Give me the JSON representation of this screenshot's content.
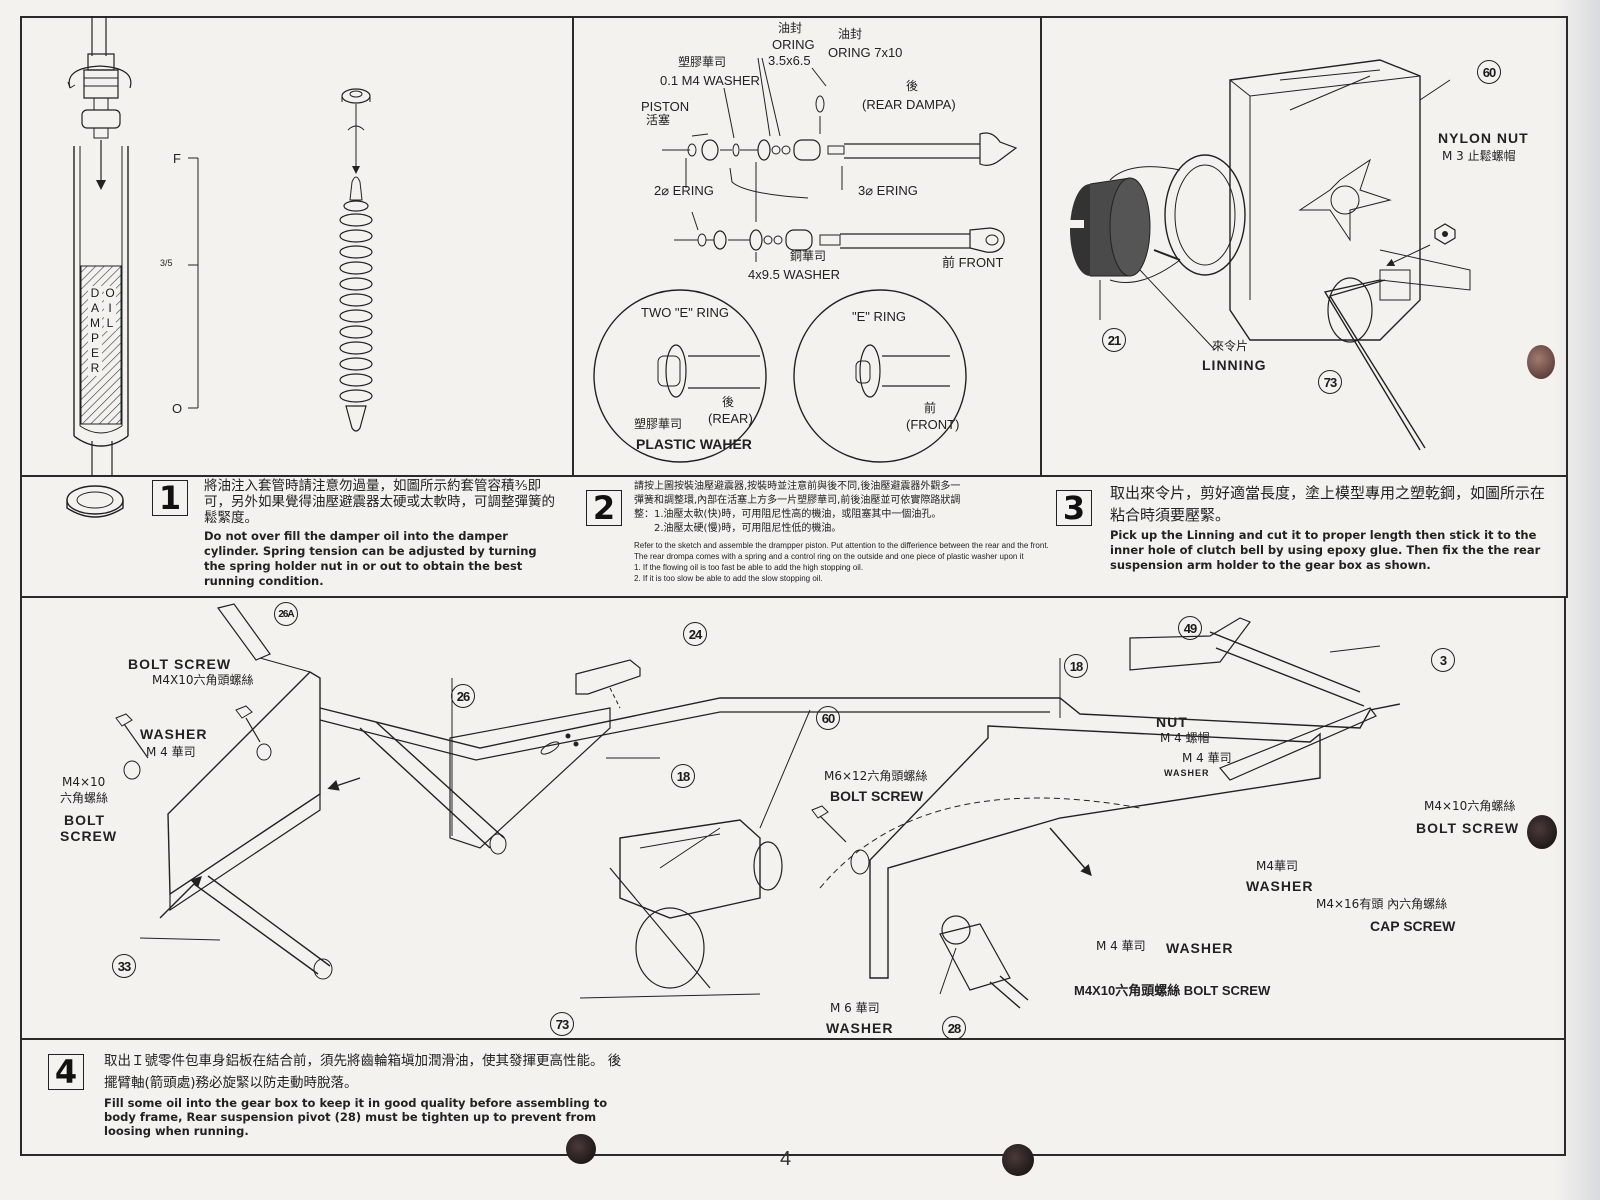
{
  "page_number": "4",
  "panel_a": {
    "scale_labels": {
      "full": "F",
      "fraction": "3/5",
      "zero": "O"
    },
    "damper_text": [
      "D",
      "A",
      "M",
      "P",
      "E",
      "R"
    ],
    "oil_text": [
      "O",
      "I",
      "L"
    ]
  },
  "panel_b": {
    "labels": {
      "oring_small_cn": "油封",
      "oring_small": "ORING",
      "oring_small_size": "3.5x6.5",
      "oring_large_cn": "油封",
      "oring_large": "ORING 7x10",
      "washer_cn": "塑膠華司",
      "washer": "0.1 M4 WASHER",
      "piston": "PISTON",
      "piston_cn": "活塞",
      "rear_cn": "後",
      "rear": "(REAR DAMPA)",
      "ering2": "2⌀ ERING",
      "ering3": "3⌀ ERING",
      "copper_washer_cn": "銅華司",
      "copper_washer": "4x9.5 WASHER",
      "front": "前 FRONT"
    },
    "detail_rear": {
      "title": "TWO \"E\" RING",
      "rear_cn": "後",
      "rear": "(REAR)",
      "washer_cn": "塑膠華司",
      "washer": "PLASTIC WAHER"
    },
    "detail_front": {
      "title": "\"E\" RING",
      "front_cn": "前",
      "front": "(FRONT)"
    }
  },
  "panel_c": {
    "part_60": "60",
    "part_21": "21",
    "part_73": "73",
    "nylon_nut": "NYLON NUT",
    "nylon_nut_cn": "M 3  止鬆螺帽",
    "linning_cn": "來令片",
    "linning": "LINNING"
  },
  "steps": [
    {
      "number": "1",
      "cn": "將油注入套管時請注意勿過量，如圖所示約套管容積⅗即可，另外如果覺得油壓避震器太硬或太軟時，可調整彈簧的鬆緊度。",
      "en": "Do not over fill the damper oil into the damper cylinder.  Spring tension can be adjusted by turning the spring holder nut in or out to obtain the best running condition."
    },
    {
      "number": "2",
      "cn_lines": [
        "請按上圖按裝油壓避震器,按裝時並注意前與後不同,後油壓避震器外觀多一",
        "彈簧和調整環,內部在活塞上方多一片塑膠華司,前後油壓並可依實際路狀調",
        "整：1.油壓太軟(快)時，可用阻尼性高的機油，或阻塞其中一個油孔。",
        "　　2.油壓太硬(慢)時，可用阻尼性低的機油。"
      ],
      "en_lines": [
        "Refer to the sketch and assemble the drampper piston. Put attention to the differience between the rear and the front.",
        "The rear drompa comes with a spring and a control ring on the outside and one piece of plastic washer upon it",
        "1. If the flowing oil is too fast be able to add the high stopping oil.",
        "2. If it is too slow be able to add the slow stopping oil."
      ]
    },
    {
      "number": "3",
      "cn": "取出來令片，剪好適當長度，塗上模型專用之塑乾鋼，如圖所示在粘合時須要壓緊。",
      "en": "Pick up the Linning and cut it to proper length then stick it to the inner hole of clutch bell by using epoxy glue. Then fix the the rear suspension  arm holder to the gear box as shown."
    },
    {
      "number": "4",
      "cn": "取出Ｉ號零件包車身鋁板在結合前，須先將齒輪箱塡加潤滑油，使其發揮更高性能。 後擺臂軸(箭頭處)務必旋緊以防走動時脫落。",
      "en": "Fill some oil into the gear box to keep it in good quality before assembling to body frame, Rear suspension pivot (28) must be tighten up to prevent from loosing when running."
    }
  ],
  "panel_d": {
    "callouts": [
      "26A",
      "24",
      "26",
      "18",
      "60",
      "18",
      "49",
      "3",
      "33",
      "73",
      "28"
    ],
    "labels": {
      "bolt_screw_top": "BOLT  SCREW",
      "bolt_screw_top_cn": "M4X10六角頭螺絲",
      "washer_left": "WASHER",
      "washer_left_cn": "M 4 華司",
      "bolt_left_cn1": "M4×10",
      "bolt_left_cn2": "六角螺絲",
      "bolt_left1": "BOLT",
      "bolt_left2": "SCREW",
      "m6_bolt_cn": "M6×12六角頭螺絲",
      "m6_bolt": "BOLT SCREW",
      "nut": "NUT",
      "nut_cn": "M 4 螺帽",
      "washer_right_cn": "M 4 華司",
      "washer_right": "WASHER",
      "bolt_right_cn": "M4×10六角螺絲",
      "bolt_right": "BOLT   SCREW",
      "washer_m4_cn": "M4華司",
      "washer_m4": "WASHER",
      "cap_screw_cn": "M4×16有頭 內六角螺絲",
      "cap_screw": "CAP SCREW",
      "washer_mid_cn": "M 4  華司",
      "washer_mid": "WASHER",
      "bolt_bottom": "M4X10六角頭螺絲 BOLT SCREW",
      "m6_washer_cn": "M 6  華司",
      "m6_washer": "WASHER"
    }
  }
}
